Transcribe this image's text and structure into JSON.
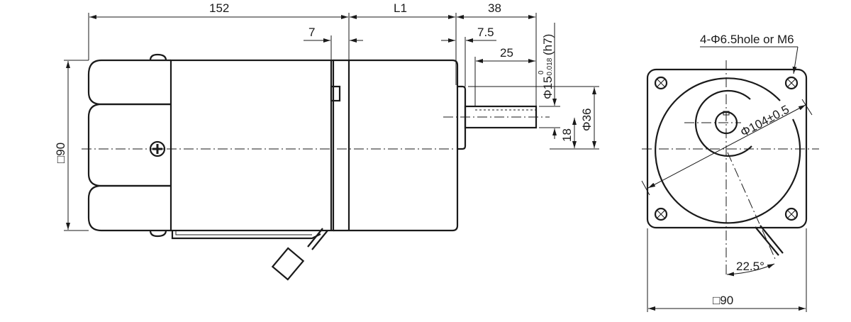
{
  "side_view": {
    "dims": {
      "total_length": "152",
      "gearhead_length": "L1",
      "shaft_length": "38",
      "gap": "7",
      "flange": "7.5",
      "key_length": "25",
      "shaft_diameter": "Φ15",
      "shaft_tol_upper": "0",
      "shaft_tol_lower": "-0.018",
      "shaft_fit": "(h7)",
      "shaft_offset": "18",
      "pilot_diameter": "Φ36",
      "body_square": "□90"
    }
  },
  "front_view": {
    "hole_note": "4-Φ6.5hole or M6",
    "pcd": "Φ104±0.5",
    "angle": "22.5°",
    "body_square": "□90"
  }
}
